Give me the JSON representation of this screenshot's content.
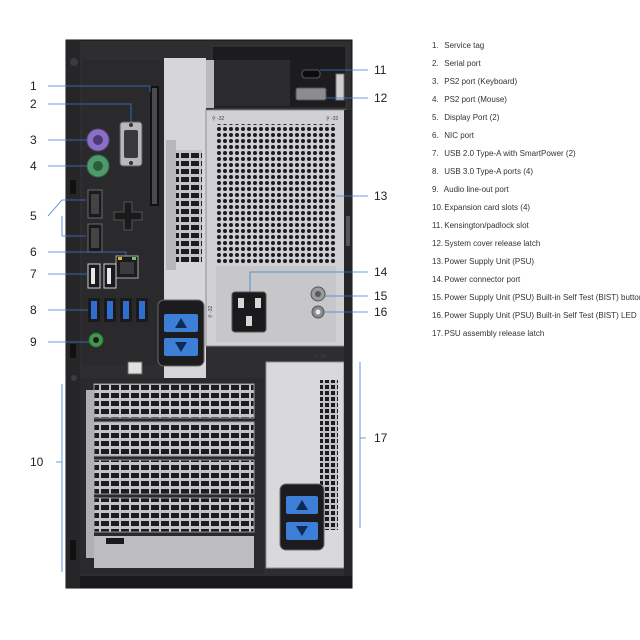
{
  "callouts": {
    "c1": "1",
    "c2": "2",
    "c3": "3",
    "c4": "4",
    "c5": "5",
    "c6": "6",
    "c7": "7",
    "c8": "8",
    "c9": "9",
    "c10": "10",
    "c11": "11",
    "c12": "12",
    "c13": "13",
    "c14": "14",
    "c15": "15",
    "c16": "16",
    "c17": "17"
  },
  "chassis_markings": {
    "a": "⚲ -32",
    "b": "⚲ -32",
    "c": "⚲ -32",
    "d": "⚲ -32"
  },
  "legend": [
    {
      "num": "1.",
      "label": "Service tag"
    },
    {
      "num": "2.",
      "label": "Serial port"
    },
    {
      "num": "3.",
      "label": "PS2 port (Keyboard)"
    },
    {
      "num": "4.",
      "label": "PS2 port (Mouse)"
    },
    {
      "num": "5.",
      "label": "Display Port (2)"
    },
    {
      "num": "6.",
      "label": "NIC port"
    },
    {
      "num": "7.",
      "label": "USB 2.0 Type-A with SmartPower (2)"
    },
    {
      "num": "8.",
      "label": "USB 3.0 Type-A ports (4)"
    },
    {
      "num": "9.",
      "label": "Audio line-out port"
    },
    {
      "num": "10.",
      "label": "Expansion card slots (4)"
    },
    {
      "num": "11.",
      "label": "Kensington/padlock slot"
    },
    {
      "num": "12.",
      "label": "System cover release latch"
    },
    {
      "num": "13.",
      "label": "Power Supply Unit (PSU)"
    },
    {
      "num": "14.",
      "label": "Power connector port"
    },
    {
      "num": "15.",
      "label": "Power Supply Unit (PSU) Built-in Self Test (BIST) button"
    },
    {
      "num": "16.",
      "label": "Power Supply Unit (PSU) Built-in Self Test (BIST) LED"
    },
    {
      "num": "17.",
      "label": "PSU assembly release latch"
    }
  ],
  "colors": {
    "chassis": "#2e2e30",
    "chassis_edge": "#111214",
    "metal": "#c9c9cb",
    "metal_dark": "#9c9c9e",
    "usb3_blue": "#2f6fd1",
    "ps2_purple": "#8a6fc4",
    "ps2_green": "#4f9a6a",
    "audio_green": "#3f9a4c",
    "latch_blue": "#3d7fd6",
    "leader": "#3a7bd5"
  }
}
